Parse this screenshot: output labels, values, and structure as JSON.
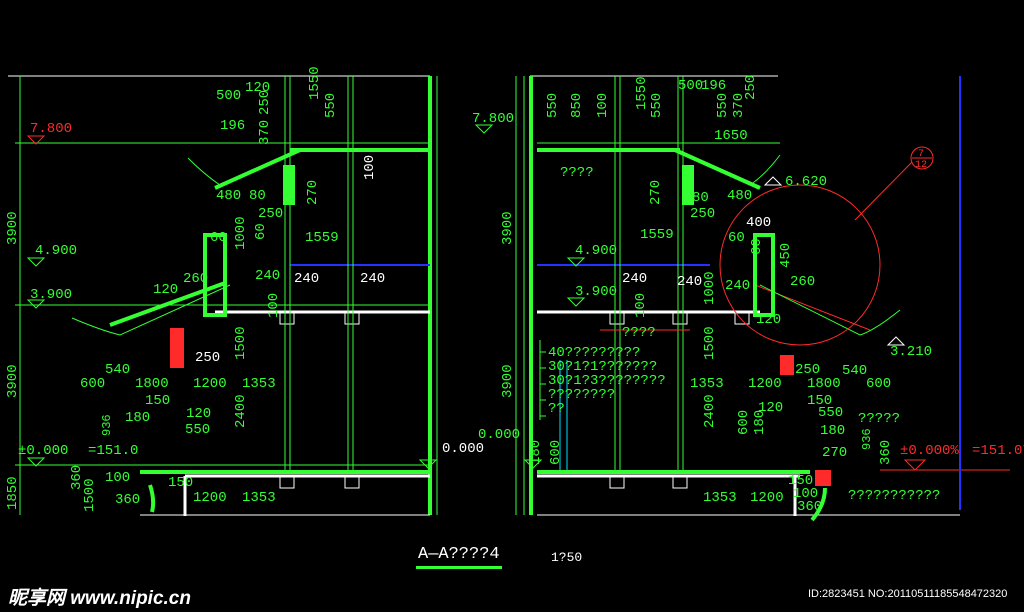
{
  "drawing": {
    "title": "A—A????4",
    "scale": "1?50",
    "callout": {
      "top": "7",
      "bottom": "12"
    }
  },
  "left": {
    "elevations": [
      "7.800",
      "4.900",
      "3.900",
      "±0.000",
      "=151.0",
      "0.000"
    ],
    "dims": [
      "500",
      "120",
      "1550",
      "550",
      "196",
      "250",
      "370",
      "100",
      "480",
      "80",
      "270",
      "250",
      "3900",
      "1000",
      "60",
      "60",
      "1559",
      "240",
      "240",
      "240",
      "260",
      "120",
      "100",
      "1500",
      "250",
      "540",
      "600",
      "1800",
      "1200",
      "1353",
      "3900",
      "150",
      "120",
      "2400",
      "936",
      "180",
      "550",
      "100",
      "360",
      "150",
      "1200",
      "1353",
      "1850",
      "1500",
      "360"
    ]
  },
  "right": {
    "elevations": [
      "7.800",
      "6.620",
      "4.900",
      "3.900",
      "3.210",
      "±0.000%",
      "=151.07",
      "0.000"
    ],
    "dims": [
      "550",
      "850",
      "100",
      "1550",
      "550",
      "500",
      "196",
      "550",
      "370",
      "250",
      "1650",
      "270",
      "80",
      "480",
      "250",
      "400",
      "3900",
      "1559",
      "60",
      "60",
      "450",
      "240",
      "240",
      "260",
      "100",
      "1000",
      "240",
      "120",
      "1500",
      "250",
      "540",
      "1353",
      "1200",
      "1800",
      "600",
      "3900",
      "2400",
      "150",
      "550",
      "120",
      "180",
      "600",
      "180",
      "936",
      "270",
      "360",
      "180",
      "600",
      "150",
      "1353",
      "1200",
      "100",
      "360"
    ],
    "labels": [
      "????",
      "????",
      "?????",
      "???????????"
    ]
  },
  "notes": [
    "40?????????",
    "30?1?1???????",
    "30?1?3????????",
    "????????",
    "??"
  ],
  "watermark": {
    "brand": "昵享网 www.nipic.cn",
    "id": "ID:2823451 NO:20110511185548472320"
  }
}
